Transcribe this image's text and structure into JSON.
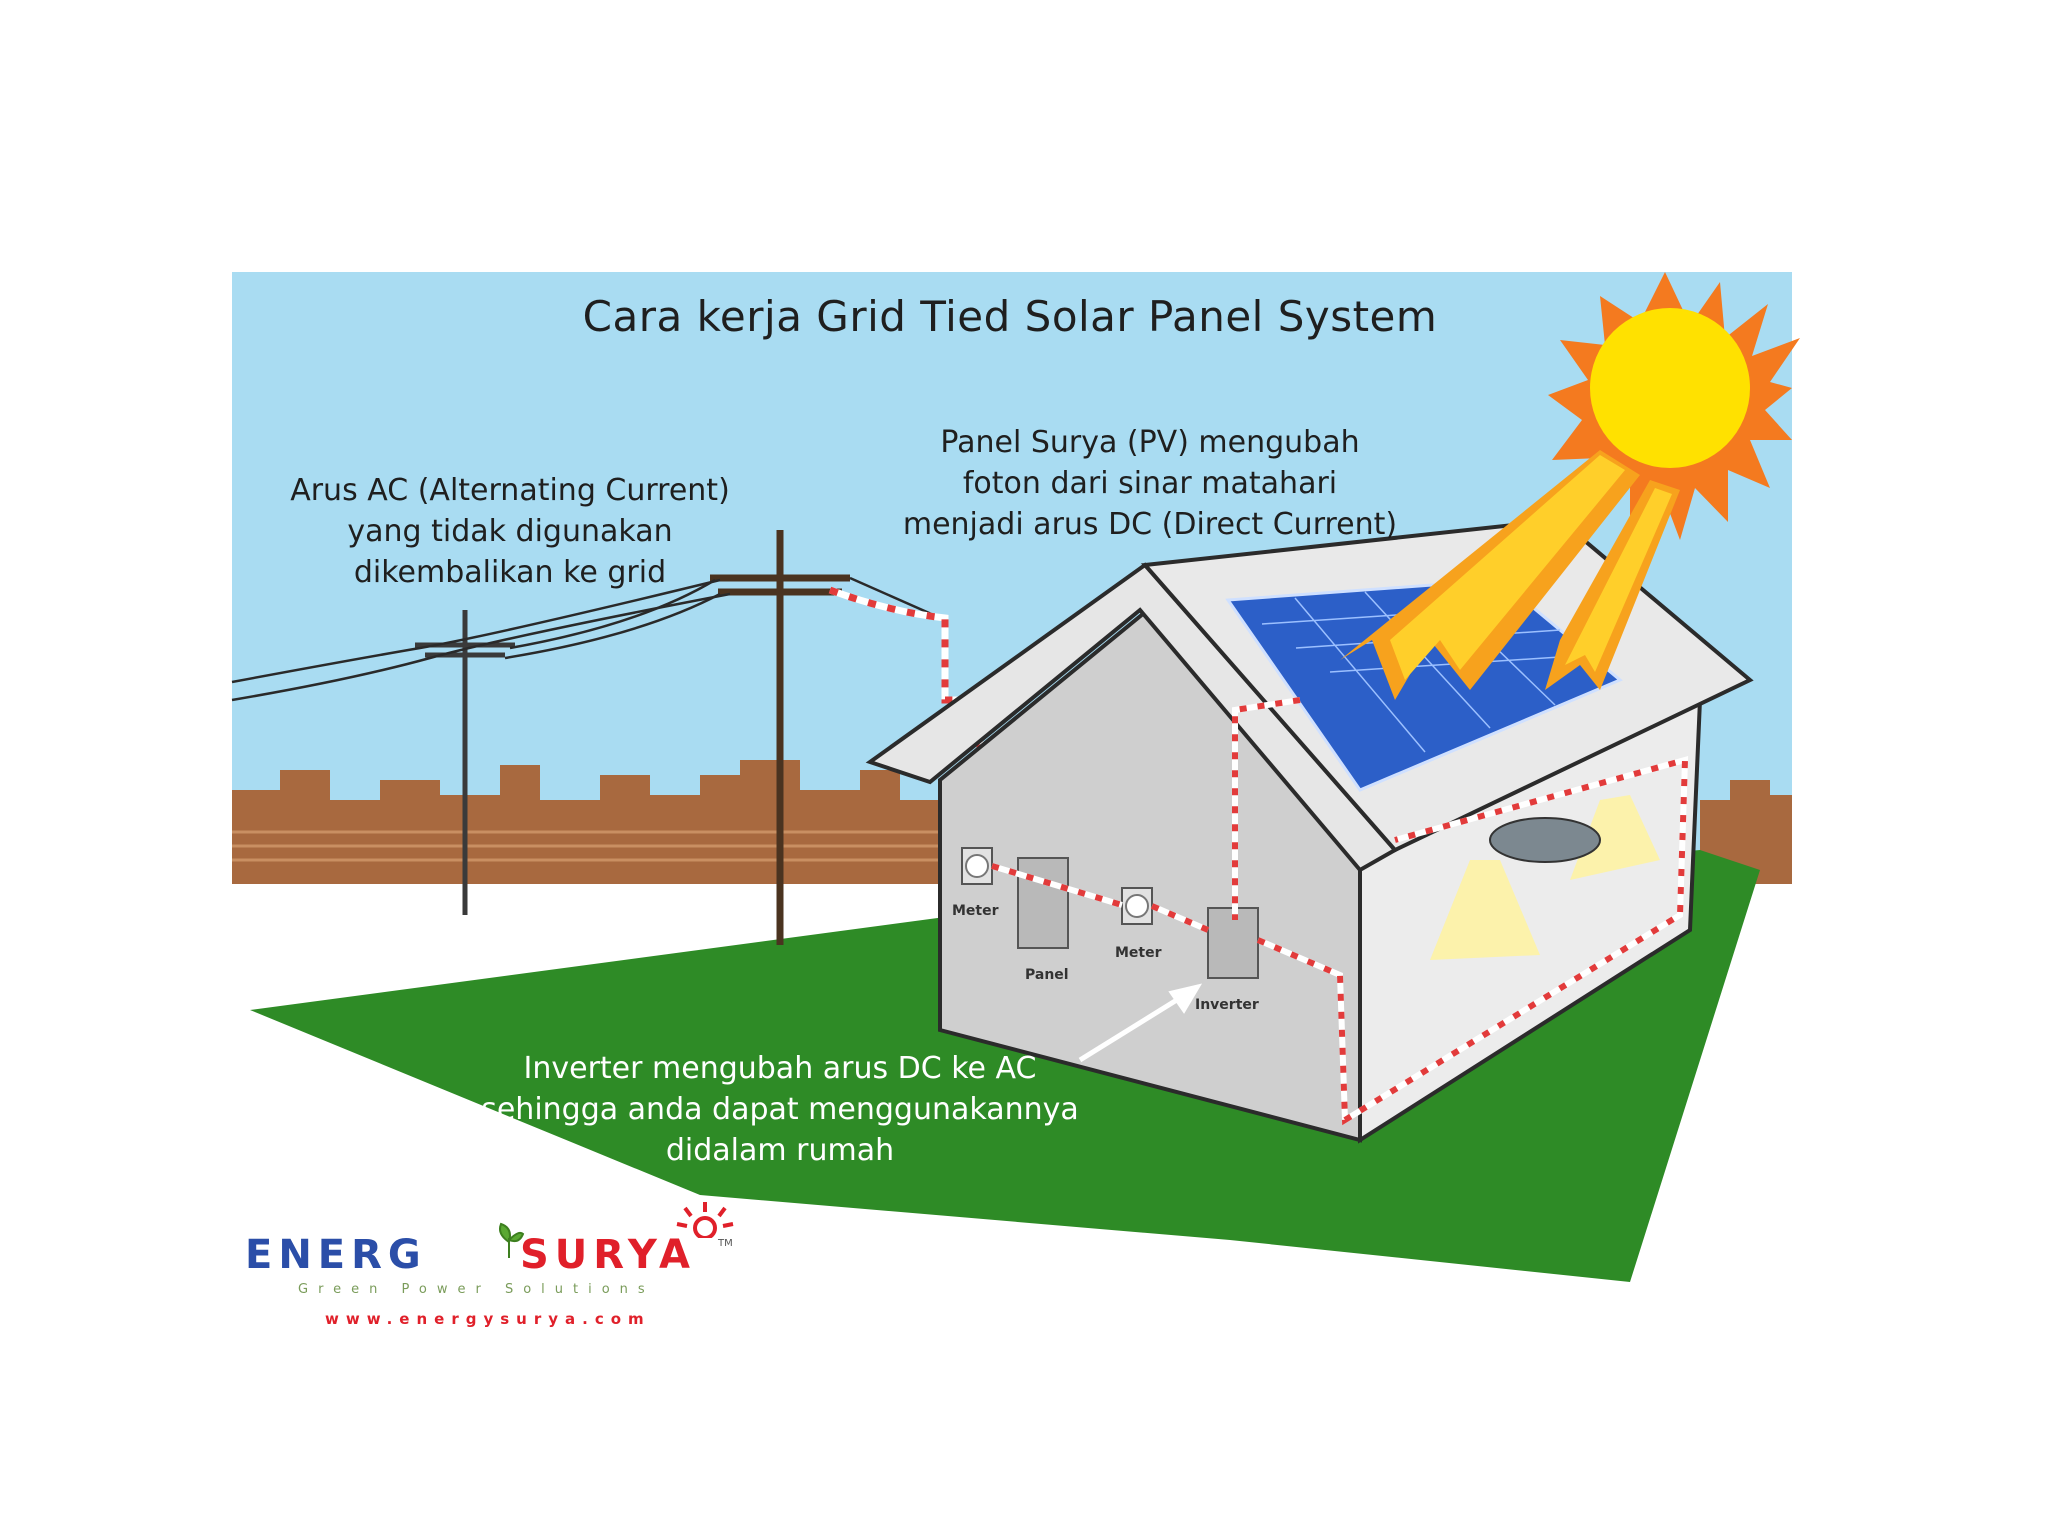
{
  "title": "Cara kerja Grid Tied Solar Panel System",
  "captions": {
    "ac_grid": [
      "Arus AC (Alternating Current)",
      "yang tidak digunakan",
      "dikembalikan ke grid"
    ],
    "pv": [
      "Panel Surya (PV) mengubah",
      "foton dari sinar matahari",
      "menjadi arus DC (Direct Current)"
    ],
    "inverter": [
      "Inverter mengubah arus DC ke AC",
      "sehingga anda dapat menggunakannya",
      "didalam rumah"
    ]
  },
  "components": {
    "meter_1": "Meter",
    "panel": "Panel",
    "meter_2": "Meter",
    "inverter": "Inverter"
  },
  "logo": {
    "name_left": "ENERG",
    "name_right": "SURYA",
    "tm": "TM",
    "tagline": "Green Power Solutions",
    "url": "www.energysurya.com"
  },
  "colors": {
    "sky": "#a9dcf2",
    "grass": "#2e8b26",
    "house": "#cfcfcf",
    "sun": "#ffe100",
    "sun_rays": "#f47a1f",
    "panel": "#2c5fc8",
    "wire": "#e23b3b",
    "logo_blue": "#2b4ea8",
    "logo_red": "#e0202a"
  }
}
